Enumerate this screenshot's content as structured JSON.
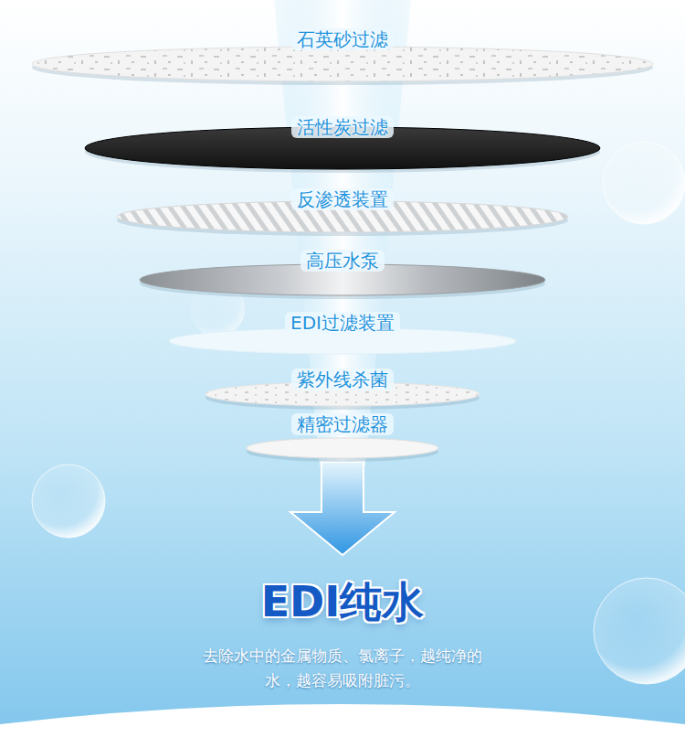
{
  "diagram": {
    "title": "EDI纯水",
    "caption": "去除水中的金属物质、氯离子，越纯净的水，越容易吸附脏污。",
    "nodes": [
      {
        "text": [
          "石英砂过滤"
        ]
      },
      {
        "text": [
          "活性炭过滤"
        ]
      },
      {
        "text": [
          "反渗透装置"
        ]
      },
      {
        "text": [
          "高压水泵"
        ]
      },
      {
        "text": [
          "EDI过滤装置"
        ]
      },
      {
        "text": [
          "紫外线杀菌"
        ]
      },
      {
        "text": [
          "精密过滤器"
        ]
      }
    ]
  }
}
